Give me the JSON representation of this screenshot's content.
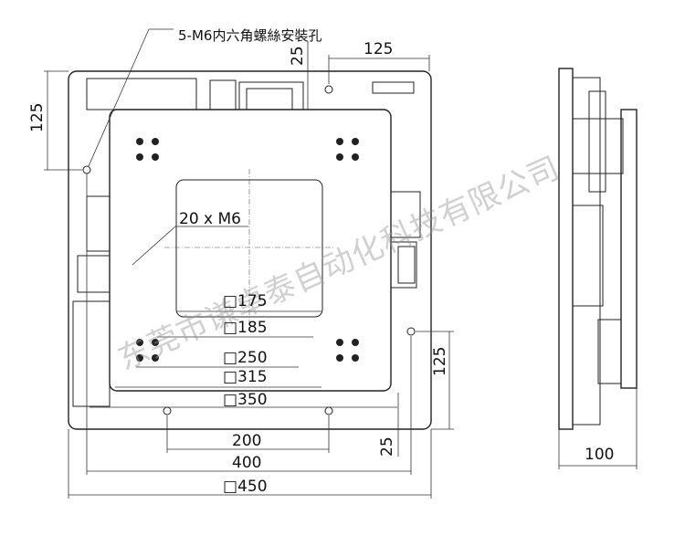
{
  "callout": {
    "mount_holes": "5-M6内六角螺絲安裝孔",
    "holes_top": "20 x M6"
  },
  "dimensions": {
    "top_right_125": "125",
    "top_25": "25",
    "left_125": "125",
    "sq175": "□175",
    "sq185": "□185",
    "sq250": "□250",
    "sq315": "□315",
    "sq350": "□350",
    "right_125": "125",
    "bottom_25": "25",
    "w200": "200",
    "w400": "400",
    "sq450": "□450",
    "side_100": "100"
  },
  "watermark": "东莞市谦卓泰自动化科技有限公司"
}
